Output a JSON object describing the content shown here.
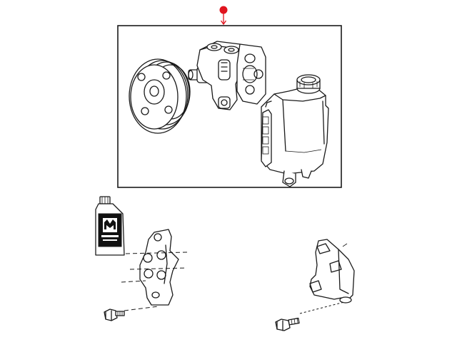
{
  "diagram": {
    "callout_marker_color": "#e0141e",
    "line_color": "#1a1a1a",
    "parts": [
      {
        "id": "power-steering-pump-assembly",
        "icon": "pump-pulley-reservoir-assembly",
        "callout": "red-dot-arrow"
      },
      {
        "id": "power-steering-fluid-bottle",
        "icon": "mopar-fluid-bottle"
      },
      {
        "id": "mounting-bracket-left",
        "icon": "pump-bracket"
      },
      {
        "id": "mounting-bracket-right",
        "icon": "support-bracket"
      },
      {
        "id": "bolt-left",
        "icon": "hex-bolt"
      },
      {
        "id": "bolt-right",
        "icon": "hex-bolt"
      }
    ]
  }
}
